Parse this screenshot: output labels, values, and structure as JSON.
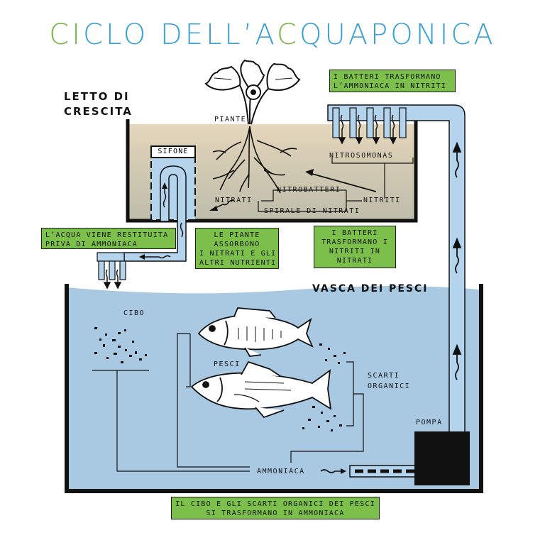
{
  "title": {
    "part1": "CI",
    "part2": "CLO DELL’A",
    "part3": "C",
    "part4": "QUAPONICA"
  },
  "labels": {
    "grow_bed": [
      "LETTO DI",
      "CRESCITA"
    ],
    "plants": "PIANTE",
    "siphon": "SIFONE",
    "nitrosomonas": "NITROSOMONAS",
    "nitrobacter": "NITROBATTERI",
    "nitrates": "NITRATI",
    "nitrites": "NITRITI",
    "nitrate_spiral": "SPIRALE DI NITRATI",
    "fish_tank": "VASCA DEI PESCI",
    "food": "CIBO",
    "fish": "PESCI",
    "organic_waste": [
      "SCARTI",
      "ORGANICI"
    ],
    "pump": "POMPA",
    "ammonia": "AMMONIACA"
  },
  "callouts": {
    "bacteria_nitrites": [
      "I BATTERI TRASFORMANO",
      "L’AMMONIACA IN NITRITI"
    ],
    "water_returned": [
      "L’ACQUA VIENE RESTITUITA",
      "PRIVA DI AMMONIACA"
    ],
    "plants_absorb": [
      "LE PIANTE",
      "ASSORBONO",
      "I NITRATI E GLI",
      "ALTRI NUTRIENTI"
    ],
    "bacteria_nitrates": [
      "I BATTERI",
      "TRASFORMANO I",
      "NITRITI IN",
      "NITRATI"
    ],
    "food_waste": [
      "IL CIBO E GLI SCARTI ORGANICI DEI PESCI",
      "SI TRASFORMANO IN AMMONIACA"
    ]
  },
  "colors": {
    "water": "#a9c9e2",
    "pipe": "#b4d3ec",
    "soil_top": "#e3d4b9",
    "soil_bottom": "#bdbca8",
    "green_box": "#7cc04b",
    "title_green": "#7ab648",
    "title_blue": "#3aa0d8",
    "outline": "#111111"
  }
}
